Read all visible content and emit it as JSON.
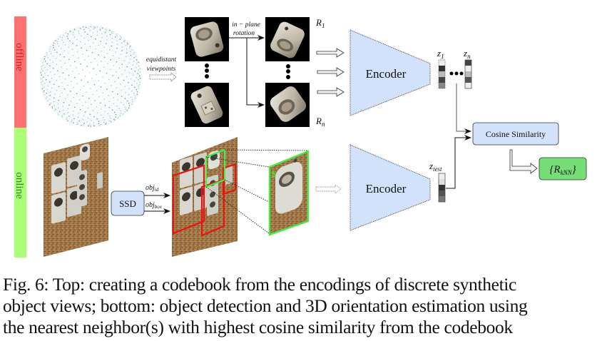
{
  "figure": {
    "phases": {
      "offline": {
        "label": "offline",
        "color": "#ff7070",
        "text_color": "#cc1f1f"
      },
      "online": {
        "label": "online",
        "color": "#aaff77",
        "text_color": "#2a8a2a"
      }
    },
    "offline": {
      "viewpoints_label_line1": "equidistant",
      "viewpoints_label_line2": "viewpoints",
      "rotation_label_line1": "in − plane",
      "rotation_label_line2": "rotation",
      "r1_label": "R",
      "r1_sub": "1",
      "rn_label": "R",
      "rn_sub": "n",
      "encoder_label": "Encoder",
      "z1_label": "z",
      "z1_sub": "1",
      "zn_label": "z",
      "zn_sub": "n"
    },
    "online": {
      "detector_label": "SSD",
      "obj_id_label": "obj",
      "obj_id_sub": "id",
      "obj_box_label": "obj",
      "obj_box_sub": "box",
      "detection_number": "5",
      "encoder_label": "Encoder",
      "ztest_label": "z",
      "ztest_sub": "test"
    },
    "similarity_label": "Cosine Similarity",
    "result_label": "{R",
    "result_sub": "kNN",
    "result_close": "}",
    "colors": {
      "encoder_fill": "#d2e2fb",
      "similarity_fill": "#d2e2fb",
      "result_fill": "#77dd77",
      "detection_red": "#ee1111",
      "detection_green": "#44ee44"
    },
    "codes": {
      "z1": [
        "#eeeeee",
        "#333333",
        "#bbbbbb",
        "#444444",
        "#888888"
      ],
      "zn": [
        "#444444",
        "#eeeeee",
        "#bbbbbb",
        "#555555",
        "#eeeeee"
      ],
      "ztest": [
        "#eeeeee",
        "#dddddd",
        "#333333",
        "#555555",
        "#777777"
      ]
    }
  },
  "caption": {
    "line1": "Fig. 6: Top: creating a codebook from the encodings of discrete synthetic",
    "line2": "object views; bottom: object detection and 3D orientation estimation using",
    "line3": "the nearest neighbor(s) with highest cosine similarity from the codebook"
  }
}
